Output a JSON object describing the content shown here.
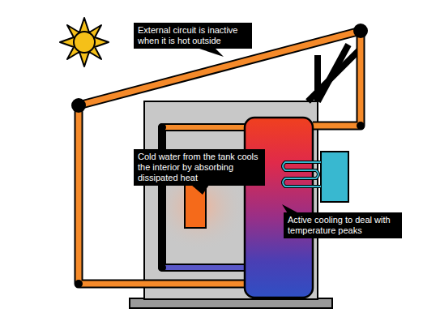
{
  "diagram": {
    "nodes": [
      {
        "text": [
          "External circuit is inactive when it is hot outside"
        ]
      },
      {
        "text": [
          "Cold water from the tank cools the interior by absorbing dissipated heat"
        ]
      },
      {
        "text": [
          "Active cooling to deal with temperature peaks"
        ]
      }
    ]
  }
}
